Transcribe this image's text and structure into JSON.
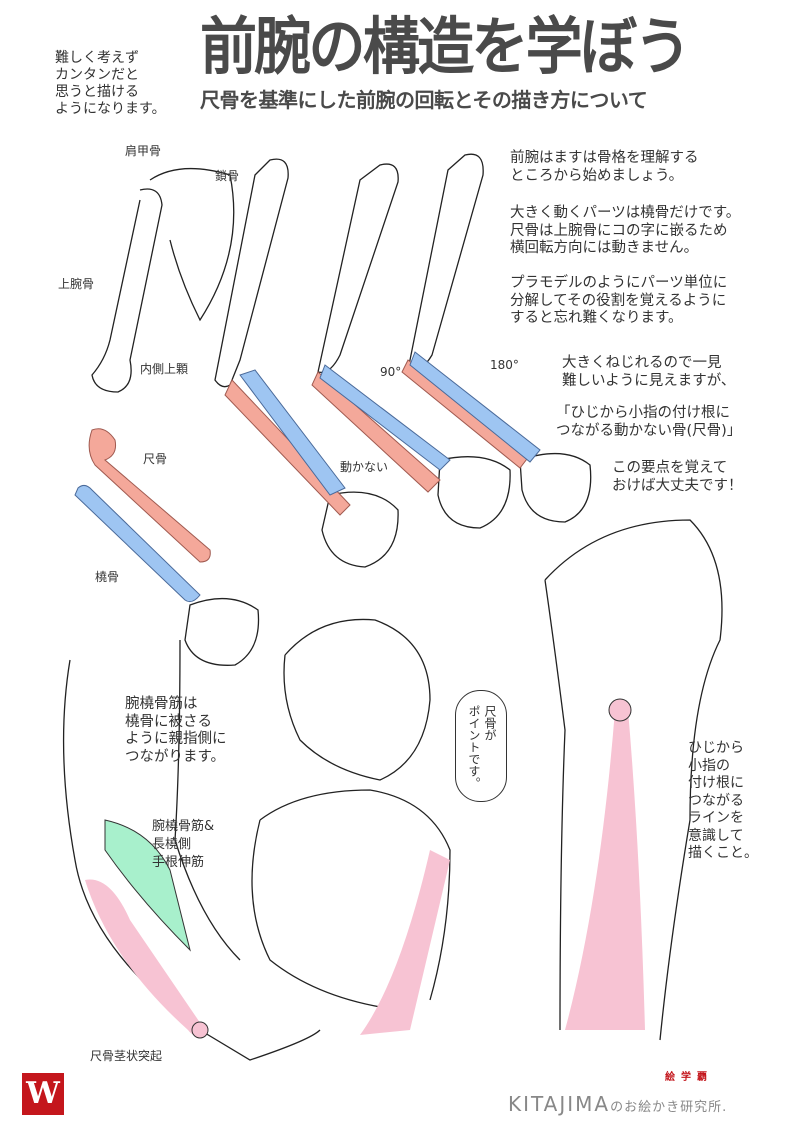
{
  "header": {
    "title": "前腕の構造を学ぼう",
    "subtitle": "尺骨を基準にした前腕の回転とその描き方について",
    "intro": "難しく考えず\nカンタンだと\n思うと描ける\nようになります。"
  },
  "bone_labels": {
    "scapula": "肩甲骨",
    "clavicle": "鎖骨",
    "humerus": "上腕骨",
    "medial_epicondyle": "内側上顆",
    "ulna": "尺骨",
    "radius": "橈骨",
    "immobile": "動かない",
    "deg90": "90°",
    "deg180": "180°"
  },
  "explanations": {
    "p1": "前腕はますは骨格を理解する\nところから始めましょう。",
    "p2": "大きく動くパーツは橈骨だけです。\n尺骨は上腕骨にコの字に嵌るため\n横回転方向には動きません。",
    "p3": "プラモデルのようにパーツ単位に\n分解してその役割を覚えるように\nすると忘れ難くなります。",
    "p4": "大きくねじれるので一見\n難しいように見えますが、",
    "p5": "「ひじから小指の付け根に\nつながる動かない骨(尺骨)」",
    "p6": "この要点を覚えて\nおけば大丈夫です！"
  },
  "muscle_notes": {
    "text": "腕橈骨筋は\n橈骨に被さる\nように親指側に\nつながります。",
    "label": "腕橈骨筋&\n長橈側\n手根伸筋",
    "styloid": "尺骨茎状突起"
  },
  "speech_bubble": "尺骨が\nポイントです。",
  "right_note": "ひじから\n小指の\n付け根に\nつながる\nラインを\n意識して\n描くこと。",
  "footer": {
    "logo": "W",
    "credit_latin": "KITAJIMA",
    "credit_jp": "のお絵かき研究所.",
    "credit_mark": "絵学覇"
  },
  "colors": {
    "ulna": "#f4a89a",
    "radius": "#9ec5f2",
    "muscle": "#a8f0cc",
    "ulna_line": "#f7c3d3",
    "logo": "#c4161c",
    "title": "#4a4a4a"
  }
}
